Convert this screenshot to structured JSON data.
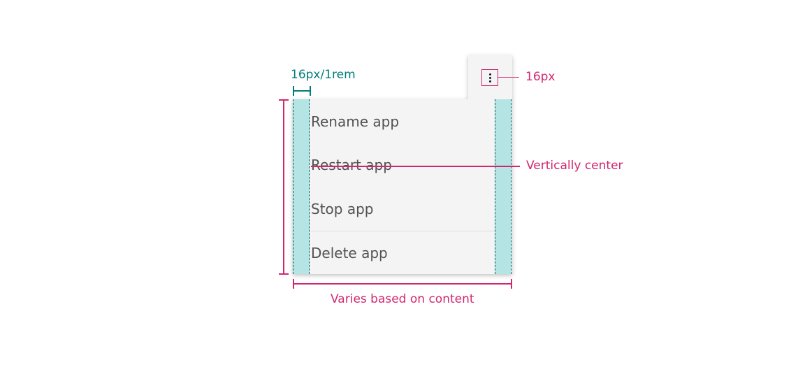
{
  "menu": {
    "items": [
      {
        "label": "Rename app"
      },
      {
        "label": "Restart app"
      },
      {
        "label": "Stop app"
      },
      {
        "label": "Delete app"
      }
    ]
  },
  "trigger": {
    "icon": "overflow-menu-vertical-icon"
  },
  "annotations": {
    "padding_spec": "16px/1rem",
    "icon_spec": "16px",
    "alignment_spec": "Vertically center",
    "width_spec": "Varies based on content"
  },
  "colors": {
    "annotation_pink": "#d12771",
    "annotation_teal": "#007d79",
    "padding_fill": "#c3f0f0",
    "menu_bg": "#f4f4f4",
    "item_text": "#525252"
  }
}
